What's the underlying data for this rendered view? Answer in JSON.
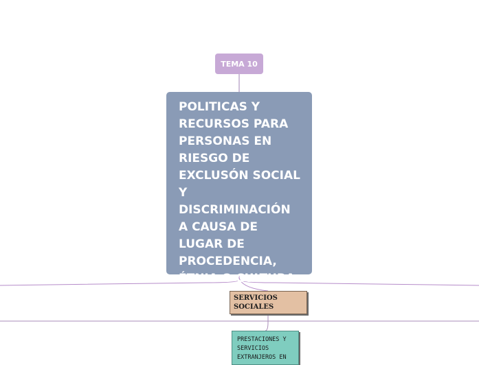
{
  "nodes": {
    "tema": {
      "label": "TEMA 10",
      "color": "#c7a9d6"
    },
    "main": {
      "label": "POLITICAS Y RECURSOS PARA PERSONAS EN RIESGO DE EXCLUSÓN SOCIAL Y DISCRIMINACIÓN A CAUSA DE LUGAR DE PROCEDENCIA, ÉTNIA O CULTURA",
      "color": "#8a9bb6"
    },
    "servicios": {
      "label": "SERVICIOS SOCIALES",
      "color": "#e3c0a3"
    },
    "prestaciones": {
      "label": "PRESTACIONES Y SERVICIOS EXTRANJEROS EN",
      "color": "#7fcdbf"
    }
  },
  "connector_color": "#b58bc9"
}
